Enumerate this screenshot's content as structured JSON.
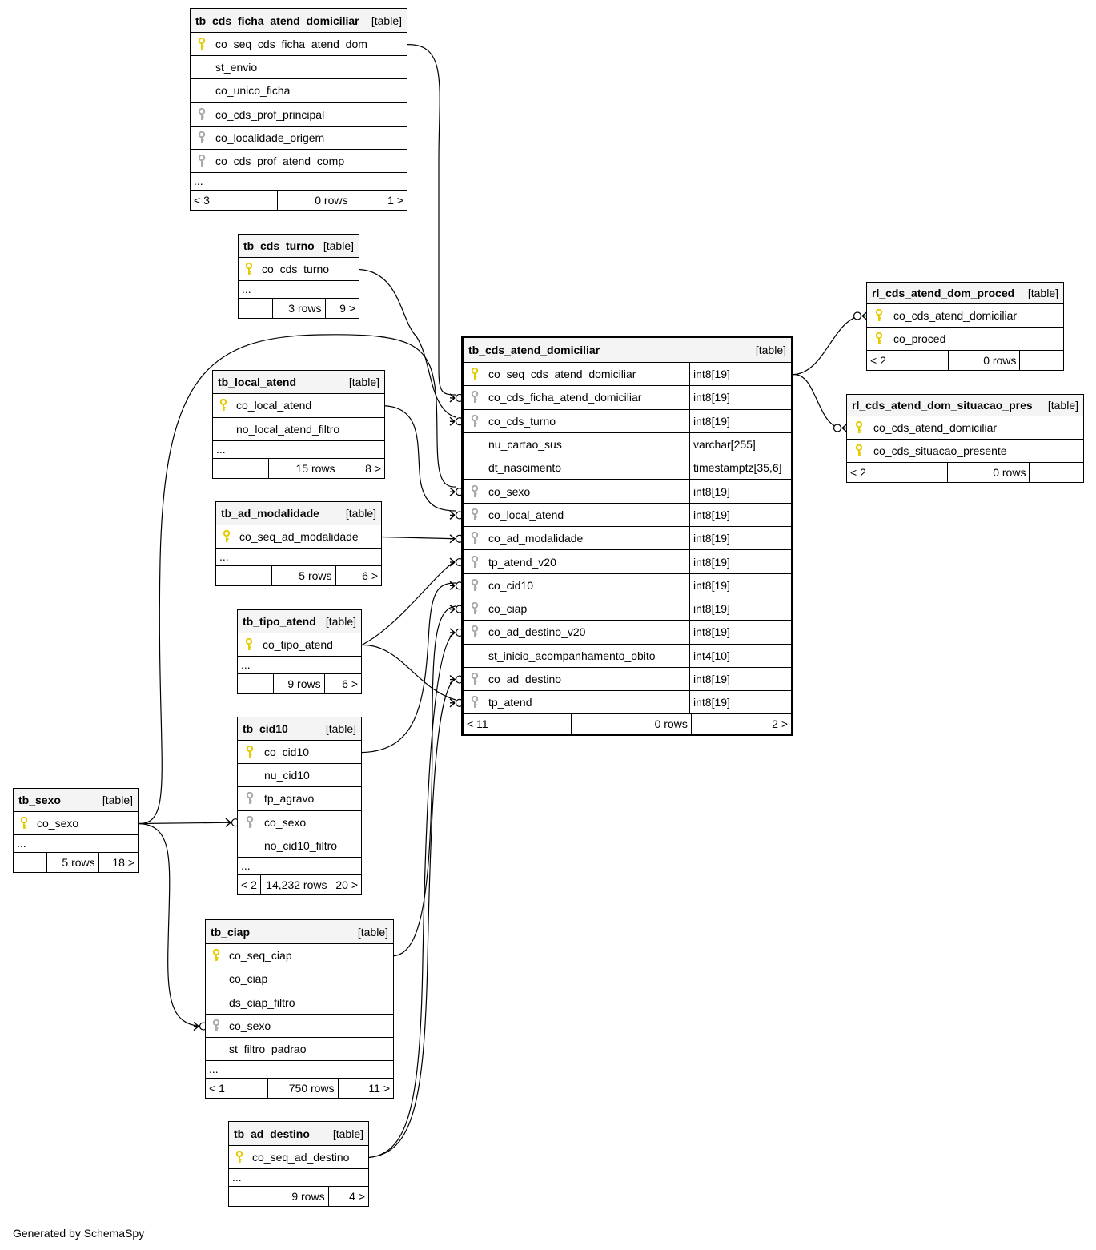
{
  "footer": "Generated by SchemaSpy",
  "colors": {
    "primary_key": "#e6cc00",
    "foreign_key": "#a9a9a9",
    "header_bg": "#f4f4f4"
  },
  "tables": {
    "ficha": {
      "name": "tb_cds_ficha_atend_domiciliar",
      "tag": "[table]",
      "columns": [
        {
          "name": "co_seq_cds_ficha_atend_dom",
          "key": "primary-key-icon"
        },
        {
          "name": "st_envio",
          "key": ""
        },
        {
          "name": "co_unico_ficha",
          "key": ""
        },
        {
          "name": "co_cds_prof_principal",
          "key": "foreign-key-icon"
        },
        {
          "name": "co_localidade_origem",
          "key": "foreign-key-icon"
        },
        {
          "name": "co_cds_prof_atend_comp",
          "key": "foreign-key-icon"
        }
      ],
      "more": "...",
      "footer": {
        "left": "< 3",
        "rows": "0 rows",
        "right": "1 >"
      }
    },
    "turno": {
      "name": "tb_cds_turno",
      "tag": "[table]",
      "columns": [
        {
          "name": "co_cds_turno",
          "key": "primary-key-icon"
        }
      ],
      "more": "...",
      "footer": {
        "left": "",
        "rows": "3 rows",
        "right": "9 >"
      }
    },
    "local": {
      "name": "tb_local_atend",
      "tag": "[table]",
      "columns": [
        {
          "name": "co_local_atend",
          "key": "primary-key-icon"
        },
        {
          "name": "no_local_atend_filtro",
          "key": ""
        }
      ],
      "more": "...",
      "footer": {
        "left": "",
        "rows": "15 rows",
        "right": "8 >"
      }
    },
    "modal": {
      "name": "tb_ad_modalidade",
      "tag": "[table]",
      "columns": [
        {
          "name": "co_seq_ad_modalidade",
          "key": "primary-key-icon"
        }
      ],
      "more": "...",
      "footer": {
        "left": "",
        "rows": "5 rows",
        "right": "6 >"
      }
    },
    "tipo": {
      "name": "tb_tipo_atend",
      "tag": "[table]",
      "columns": [
        {
          "name": "co_tipo_atend",
          "key": "primary-key-icon"
        }
      ],
      "more": "...",
      "footer": {
        "left": "",
        "rows": "9 rows",
        "right": "6 >"
      }
    },
    "cid": {
      "name": "tb_cid10",
      "tag": "[table]",
      "columns": [
        {
          "name": "co_cid10",
          "key": "primary-key-icon"
        },
        {
          "name": "nu_cid10",
          "key": ""
        },
        {
          "name": "tp_agravo",
          "key": "foreign-key-icon"
        },
        {
          "name": "co_sexo",
          "key": "foreign-key-icon"
        },
        {
          "name": "no_cid10_filtro",
          "key": ""
        }
      ],
      "more": "...",
      "footer": {
        "left": "< 2",
        "rows": "14,232 rows",
        "right": "20 >"
      }
    },
    "sexo": {
      "name": "tb_sexo",
      "tag": "[table]",
      "columns": [
        {
          "name": "co_sexo",
          "key": "primary-key-icon"
        }
      ],
      "more": "...",
      "footer": {
        "left": "",
        "rows": "5 rows",
        "right": "18 >"
      }
    },
    "ciap": {
      "name": "tb_ciap",
      "tag": "[table]",
      "columns": [
        {
          "name": "co_seq_ciap",
          "key": "primary-key-icon"
        },
        {
          "name": "co_ciap",
          "key": ""
        },
        {
          "name": "ds_ciap_filtro",
          "key": ""
        },
        {
          "name": "co_sexo",
          "key": "foreign-key-icon"
        },
        {
          "name": "st_filtro_padrao",
          "key": ""
        }
      ],
      "more": "...",
      "footer": {
        "left": "< 1",
        "rows": "750 rows",
        "right": "11 >"
      }
    },
    "destino": {
      "name": "tb_ad_destino",
      "tag": "[table]",
      "columns": [
        {
          "name": "co_seq_ad_destino",
          "key": "primary-key-icon"
        }
      ],
      "more": "...",
      "footer": {
        "left": "",
        "rows": "9 rows",
        "right": "4 >"
      }
    },
    "main": {
      "name": "tb_cds_atend_domiciliar",
      "tag": "[table]",
      "columns": [
        {
          "name": "co_seq_cds_atend_domiciliar",
          "key": "primary-key-icon",
          "type": "int8[19]"
        },
        {
          "name": "co_cds_ficha_atend_domiciliar",
          "key": "foreign-key-icon",
          "type": "int8[19]"
        },
        {
          "name": "co_cds_turno",
          "key": "foreign-key-icon",
          "type": "int8[19]"
        },
        {
          "name": "nu_cartao_sus",
          "key": "",
          "type": "varchar[255]"
        },
        {
          "name": "dt_nascimento",
          "key": "",
          "type": "timestamptz[35,6]"
        },
        {
          "name": "co_sexo",
          "key": "foreign-key-icon",
          "type": "int8[19]"
        },
        {
          "name": "co_local_atend",
          "key": "foreign-key-icon",
          "type": "int8[19]"
        },
        {
          "name": "co_ad_modalidade",
          "key": "foreign-key-icon",
          "type": "int8[19]"
        },
        {
          "name": "tp_atend_v20",
          "key": "foreign-key-icon",
          "type": "int8[19]"
        },
        {
          "name": "co_cid10",
          "key": "foreign-key-icon",
          "type": "int8[19]"
        },
        {
          "name": "co_ciap",
          "key": "foreign-key-icon",
          "type": "int8[19]"
        },
        {
          "name": "co_ad_destino_v20",
          "key": "foreign-key-icon",
          "type": "int8[19]"
        },
        {
          "name": "st_inicio_acompanhamento_obito",
          "key": "",
          "type": "int4[10]"
        },
        {
          "name": "co_ad_destino",
          "key": "foreign-key-icon",
          "type": "int8[19]"
        },
        {
          "name": "tp_atend",
          "key": "foreign-key-icon",
          "type": "int8[19]"
        }
      ],
      "footer": {
        "left": "< 11",
        "rows": "0 rows",
        "right": "2 >"
      }
    },
    "proced": {
      "name": "rl_cds_atend_dom_proced",
      "tag": "[table]",
      "columns": [
        {
          "name": "co_cds_atend_domiciliar",
          "key": "primary-key-icon"
        },
        {
          "name": "co_proced",
          "key": "primary-key-icon"
        }
      ],
      "footer": {
        "left": "< 2",
        "rows": "0 rows",
        "right": ""
      }
    },
    "situ": {
      "name": "rl_cds_atend_dom_situacao_pres",
      "tag": "[table]",
      "columns": [
        {
          "name": "co_cds_atend_domiciliar",
          "key": "primary-key-icon"
        },
        {
          "name": "co_cds_situacao_presente",
          "key": "primary-key-icon"
        }
      ],
      "footer": {
        "left": "< 2",
        "rows": "0 rows",
        "right": ""
      }
    }
  }
}
